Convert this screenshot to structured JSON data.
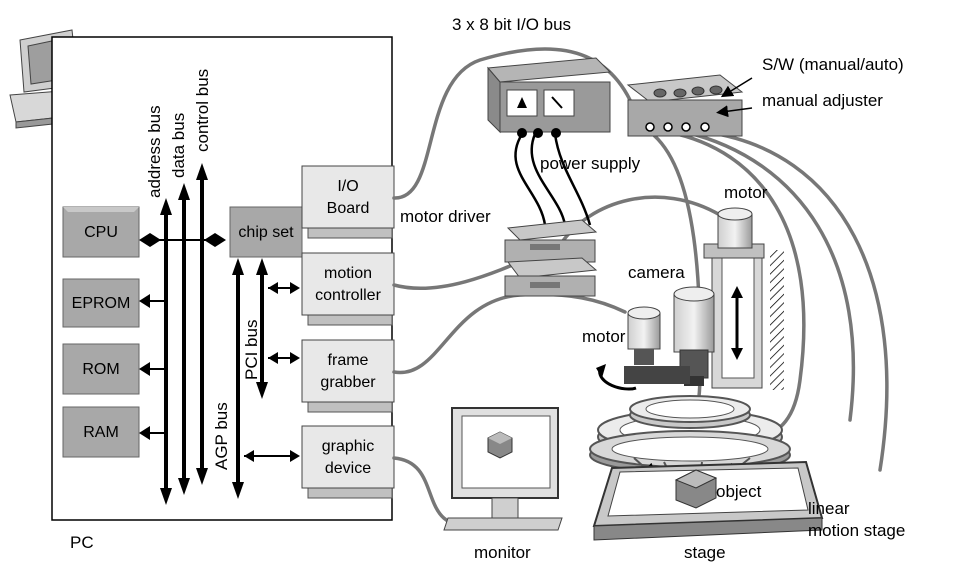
{
  "labels": {
    "pc": "PC",
    "io_bus": "3 x 8 bit I/O bus",
    "sw": "S/W (manual/auto)",
    "manual_adjuster": "manual adjuster",
    "power_supply": "power supply",
    "motor_driver": "motor driver",
    "motor_top": "motor",
    "camera": "camera",
    "motor_left": "motor",
    "object": "object",
    "linear_motion_stage": "linear\nmotion stage",
    "linear": "linear",
    "motion_stage": "motion stage",
    "stage": "stage",
    "monitor": "monitor"
  },
  "buses": {
    "address": "address bus",
    "data": "data bus",
    "control": "control bus",
    "pci": "PCI bus",
    "agp": "AGP bus"
  },
  "components": {
    "cpu": "CPU",
    "eprom": "EPROM",
    "rom": "ROM",
    "ram": "RAM",
    "chipset": "chip set"
  },
  "boards": {
    "io_l1": "I/O",
    "io_l2": "Board",
    "motion_l1": "motion",
    "motion_l2": "controller",
    "frame_l1": "frame",
    "frame_l2": "grabber",
    "graphic_l1": "graphic",
    "graphic_l2": "device"
  },
  "colors": {
    "component_fill": "#a8a8a8",
    "board_fill": "#e8e8e8",
    "cable": "#777777",
    "dark": "#555555"
  }
}
